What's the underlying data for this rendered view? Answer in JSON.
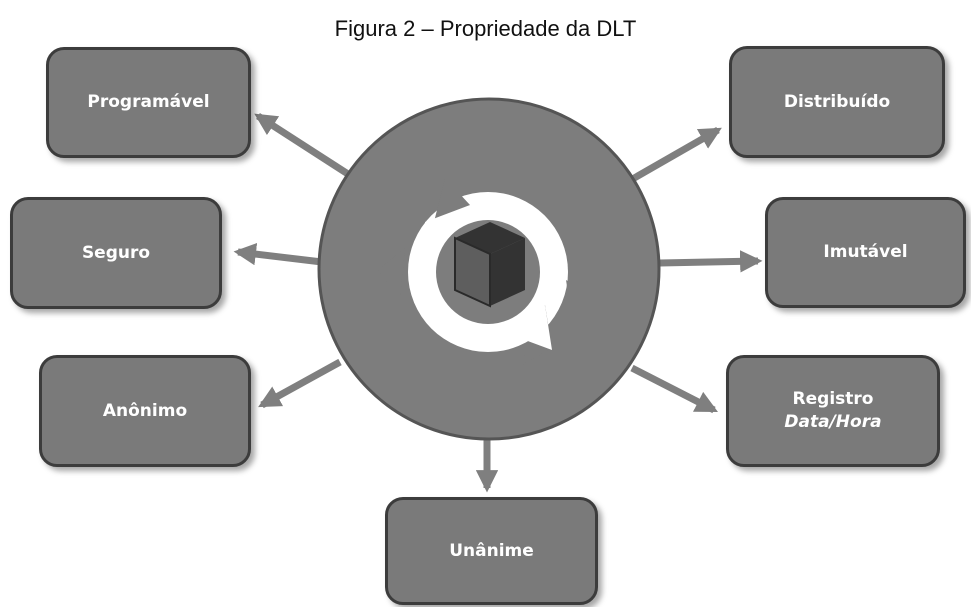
{
  "title": "Figura 2 – Propriedade da DLT",
  "nodes": [
    {
      "id": "programavel",
      "label": "Programável"
    },
    {
      "id": "seguro",
      "label": "Seguro"
    },
    {
      "id": "anonimo",
      "label": "Anônimo"
    },
    {
      "id": "unanime",
      "label": "Unânime"
    },
    {
      "id": "distribuido",
      "label": "Distribuído"
    },
    {
      "id": "imutavel",
      "label": "Imutável"
    },
    {
      "id": "registro",
      "label": "Registro",
      "sublabel": "Data/Hora"
    }
  ],
  "colors": {
    "node_fill": "#7a7a7a",
    "node_border": "#3c3c3c",
    "arrow": "#7f7f7f",
    "hub_fill": "#7d7d7d",
    "hub_ring": "#555555",
    "icon_ring": "#ffffff",
    "cube_dark": "#333333",
    "cube_mid": "#5e5e5e",
    "cube_light": "#8f8f8f"
  },
  "icons": {
    "hub": "rotating-cube-icon"
  }
}
